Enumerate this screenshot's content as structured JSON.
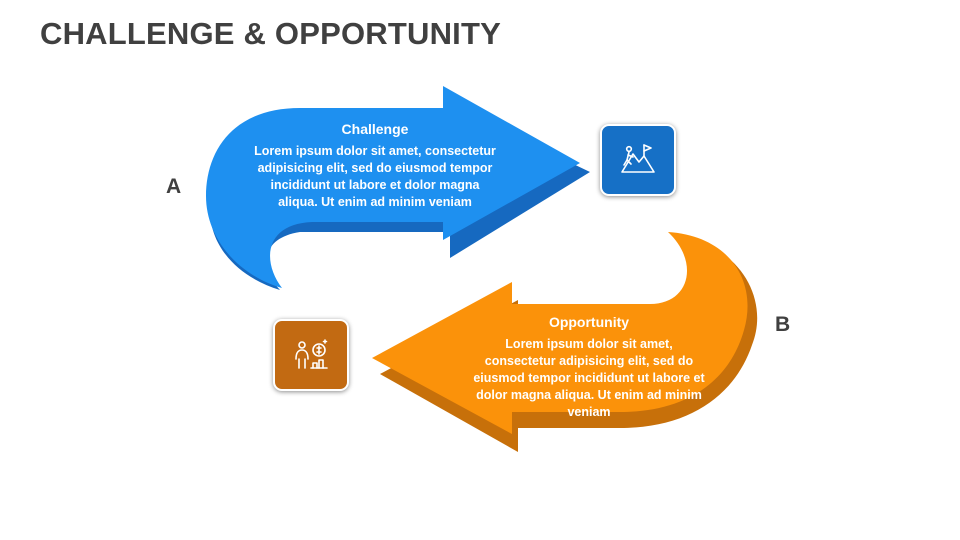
{
  "title": "CHALLENGE & OPPORTUNITY",
  "challenge": {
    "marker": "A",
    "heading": "Challenge",
    "body": "Lorem ipsum dolor sit amet, consectetur adipisicing elit, sed do eiusmod tempor incididunt ut labore et dolor magna aliqua. Ut enim ad minim veniam",
    "color": "#1E90F0",
    "shadow_color": "#1669C0",
    "icon_tile_color": "#1670C6",
    "icon": "mountain-flag-climbing-icon"
  },
  "opportunity": {
    "marker": "B",
    "heading": "Opportunity",
    "body": "Lorem ipsum dolor sit amet, consectetur adipisicing elit, sed do eiusmod tempor incididunt ut labore et dolor magna aliqua. Ut enim ad minim veniam",
    "color": "#FB920A",
    "shadow_color": "#C7700A",
    "icon_tile_color": "#C26A12",
    "icon": "businessman-coin-growth-icon"
  }
}
